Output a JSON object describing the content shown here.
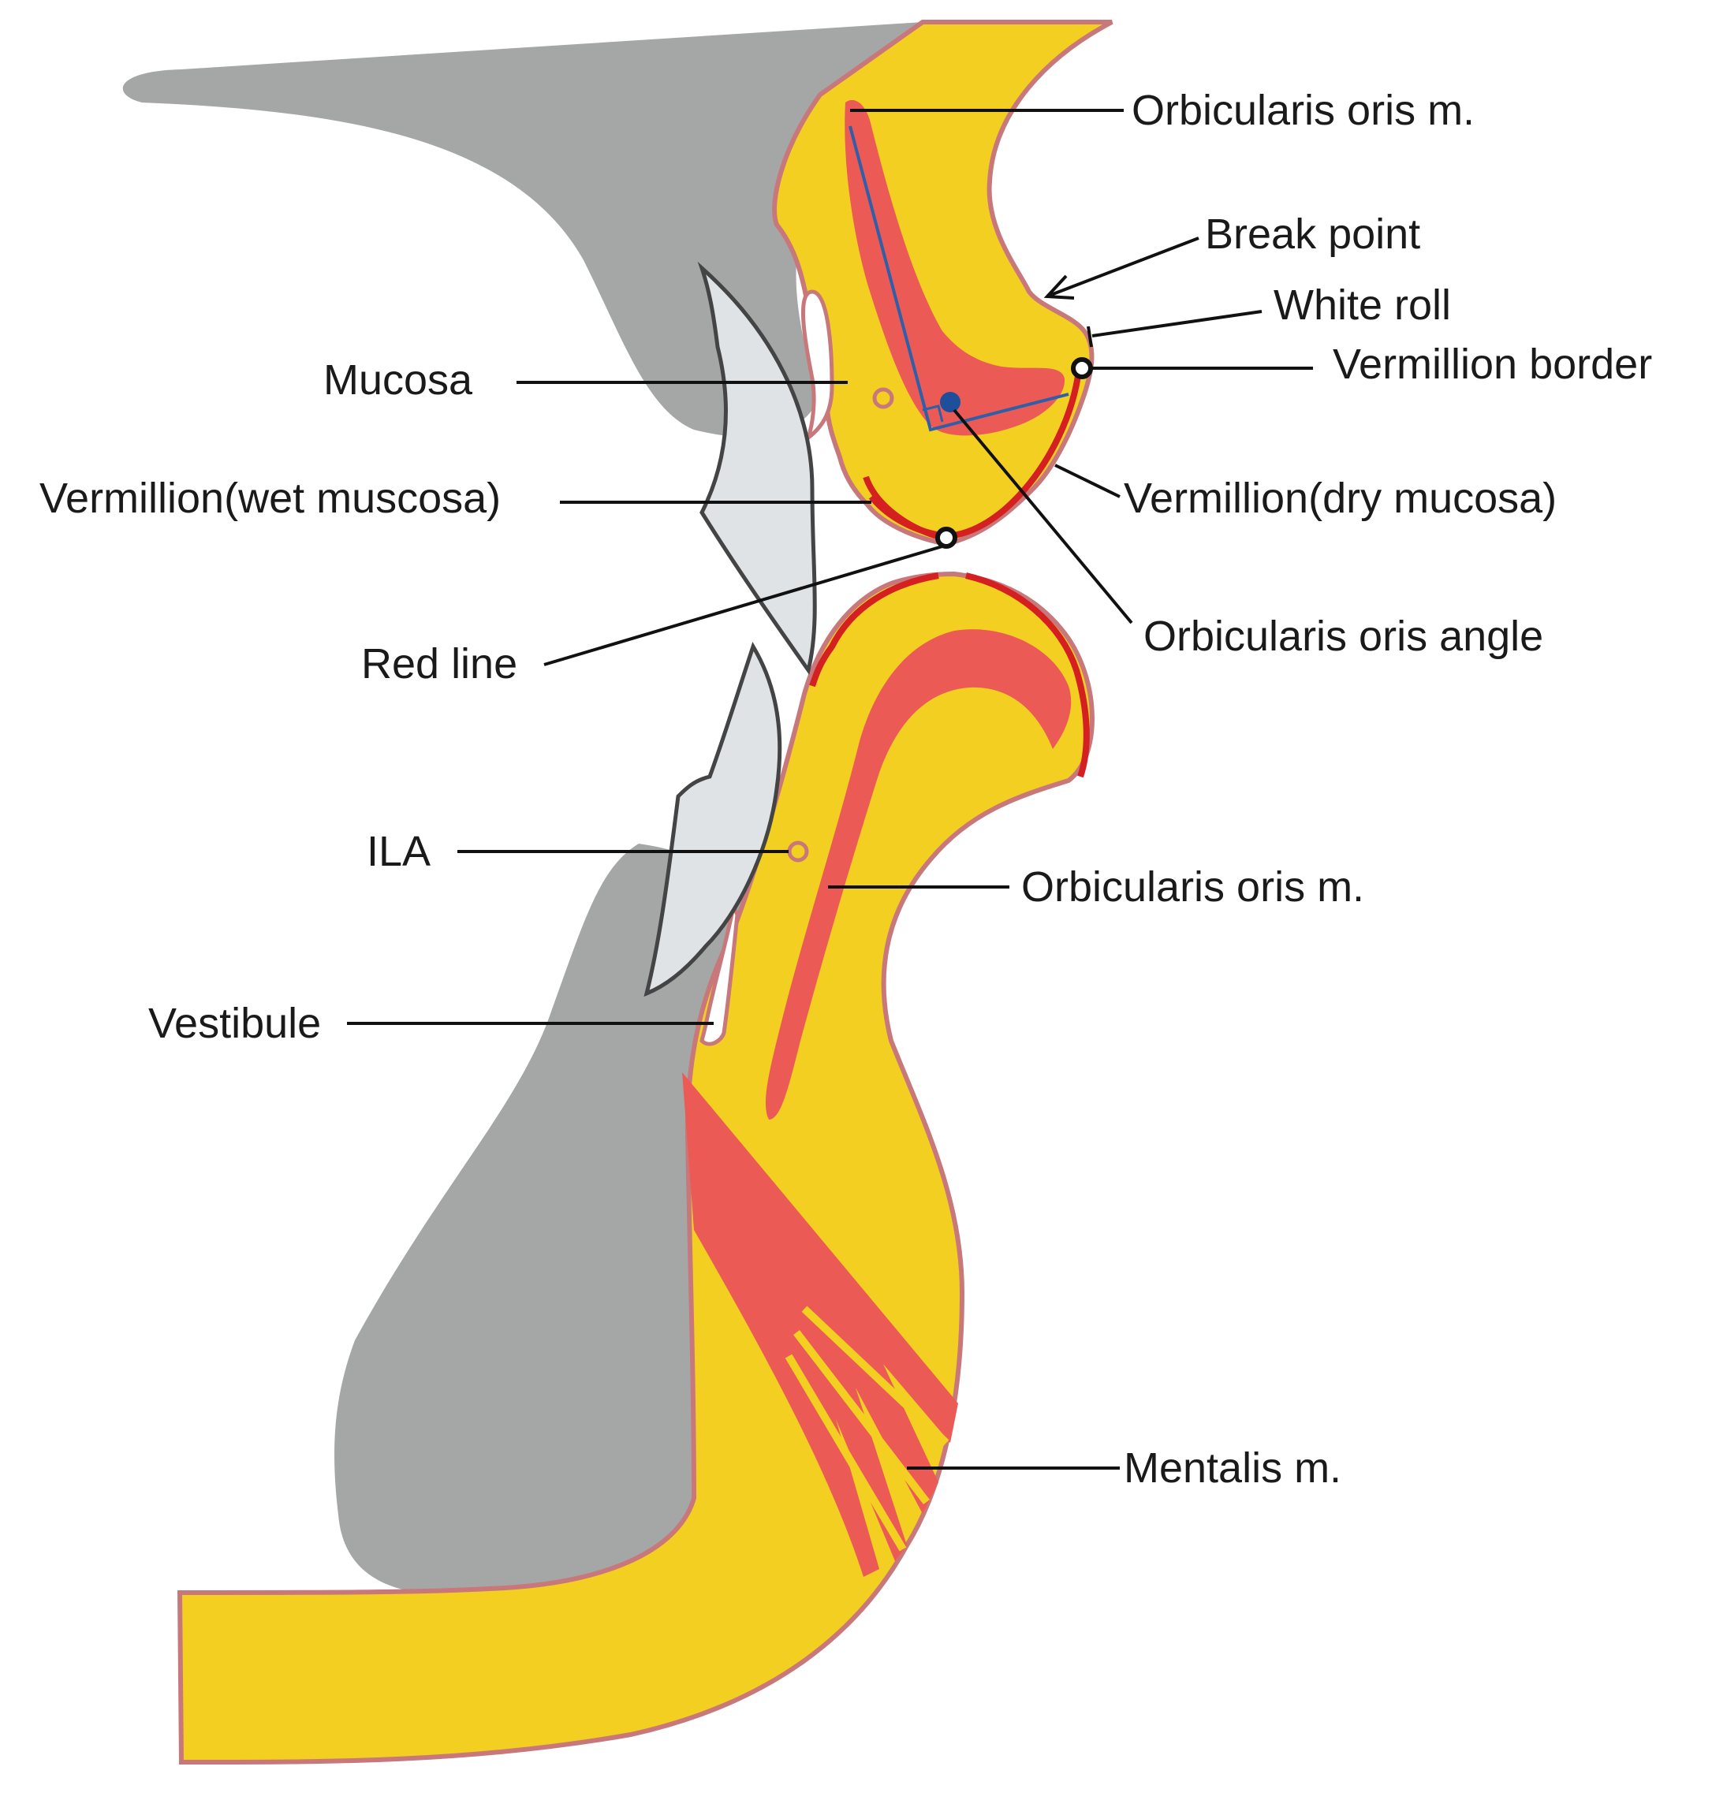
{
  "labels": {
    "orbicularis_oris_upper": "Orbicularis oris m.",
    "break_point": "Break point",
    "white_roll": "White roll",
    "vermillion_border": "Vermillion border",
    "mucosa": "Mucosa",
    "vermillion_wet": "Vermillion(wet muscosa)",
    "vermillion_dry": "Vermillion(dry mucosa)",
    "red_line": "Red line",
    "orbicularis_oris_angle": "Orbicularis oris angle",
    "ila": "ILA",
    "orbicularis_oris_lower": "Orbicularis oris m.",
    "vestibule": "Vestibule",
    "mentalis": "Mentalis m."
  },
  "colors": {
    "bone": "#a5a7a7",
    "soft_tissue": "#f3cf21",
    "muscle": "#ec5a55",
    "vermilion_edge": "#d42020",
    "skin_edge": "#c8787a",
    "tooth": "#dfe3e6",
    "angle_lines": "#2e5fa8"
  }
}
